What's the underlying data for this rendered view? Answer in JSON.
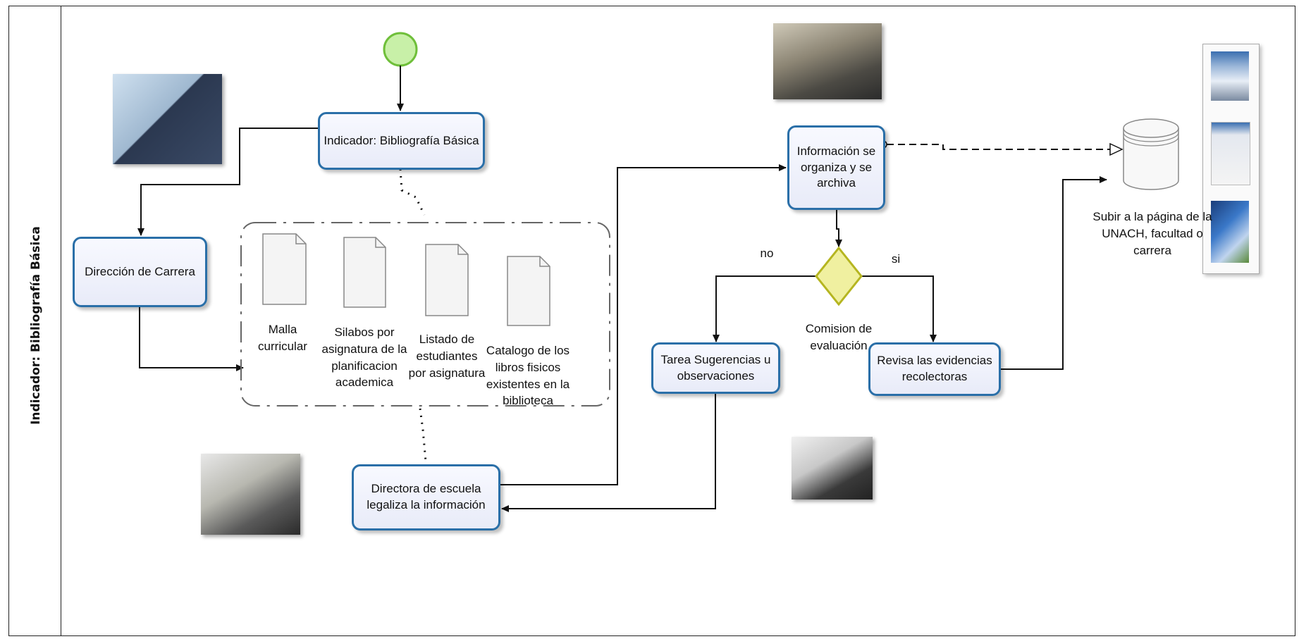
{
  "lane": {
    "title": "Indicador: Bibliografía Básica"
  },
  "tasks": {
    "indicador": "Indicador: Bibliografía Básica",
    "direccion": "Dirección de Carrera",
    "directora": "Directora de escuela legaliza la información",
    "informacion": "Información se organiza y se archiva",
    "tarea": "Tarea Sugerencias u observaciones",
    "revisa": "Revisa las evidencias recolectoras"
  },
  "documents": [
    {
      "label": "Malla curricular"
    },
    {
      "label": "Silabos por asignatura de la planificacion academica"
    },
    {
      "label": "Listado de estudiantes por asignatura"
    },
    {
      "label": "Catalogo de los libros fisicos existentes en la biblioteca"
    }
  ],
  "gateway": {
    "label": "Comision de evaluación",
    "no_label": "no",
    "si_label": "si"
  },
  "datastore": {
    "label": "Subir a la página de la UNACH, facultad o carrera"
  },
  "colors": {
    "task_border": "#2a6fa8",
    "start_fill": "#c8f0a8",
    "start_border": "#6fbf3a",
    "gateway_fill": "#f0f0a0",
    "gateway_border": "#b5b520"
  }
}
